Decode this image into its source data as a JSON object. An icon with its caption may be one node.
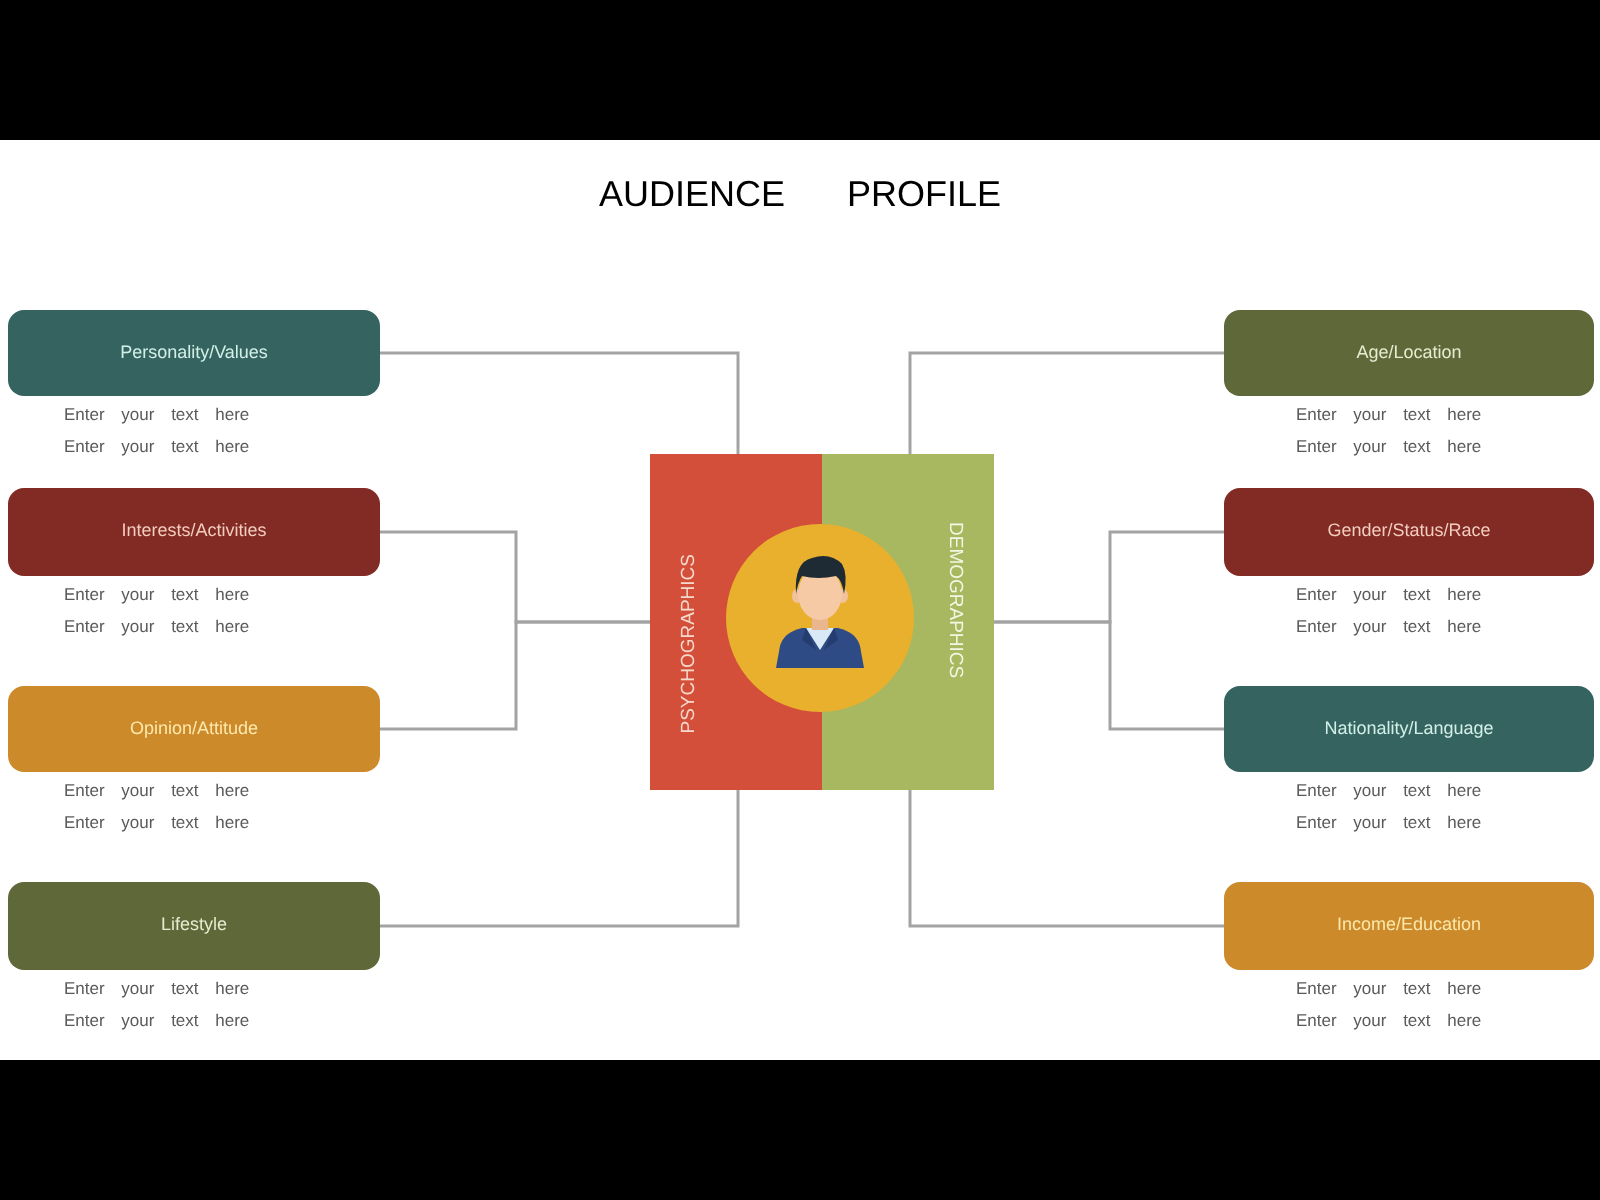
{
  "diagram": {
    "title": "AUDIENCE PROFILE",
    "nodes": [
      {
        "text": [
          "Personality/Values"
        ],
        "beside": [
          "Enter your text here",
          "Enter your text here"
        ]
      },
      {
        "text": [
          "Interests/Activities"
        ],
        "beside": [
          "Enter your text here",
          "Enter your text here"
        ]
      },
      {
        "text": [
          "Opinion/Attitude"
        ],
        "beside": [
          "Enter your text here",
          "Enter your text here"
        ]
      },
      {
        "text": [
          "Lifestyle"
        ],
        "beside": [
          "Enter your text here",
          "Enter your text here"
        ]
      },
      {
        "text": [
          "PSYCHOGRAPHICS"
        ]
      },
      {
        "text": [
          "DEMOGRAPHICS"
        ]
      },
      {
        "text": [
          "Age/Location"
        ],
        "beside": [
          "Enter your text here",
          "Enter your text here"
        ]
      },
      {
        "text": [
          "Gender/Status/Race"
        ],
        "beside": [
          "Enter your text here",
          "Enter your text here"
        ]
      },
      {
        "text": [
          "Nationality/Language"
        ],
        "beside": [
          "Enter your text here",
          "Enter your text here"
        ]
      },
      {
        "text": [
          "Income/Education"
        ],
        "beside": [
          "Enter your text here",
          "Enter your text here"
        ]
      }
    ],
    "edges": [
      {
        "from": 0,
        "to": 4,
        "arrow": "none"
      },
      {
        "from": 1,
        "to": 4,
        "arrow": "none"
      },
      {
        "from": 2,
        "to": 4,
        "arrow": "none"
      },
      {
        "from": 3,
        "to": 4,
        "arrow": "none"
      },
      {
        "from": 6,
        "to": 5,
        "arrow": "none"
      },
      {
        "from": 7,
        "to": 5,
        "arrow": "none"
      },
      {
        "from": 8,
        "to": 5,
        "arrow": "none"
      },
      {
        "from": 9,
        "to": 5,
        "arrow": "none"
      }
    ]
  }
}
